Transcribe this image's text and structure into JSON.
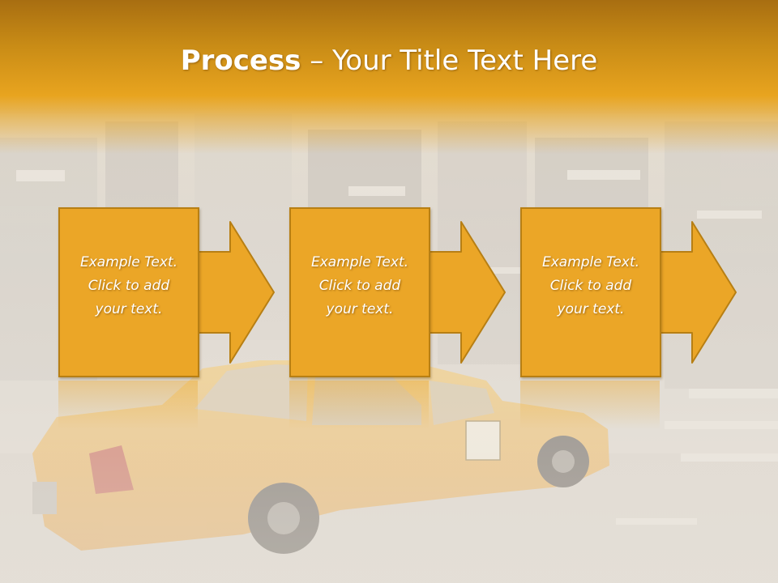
{
  "slide": {
    "title_strong": "Process",
    "title_light": " – Your Title Text Here"
  },
  "steps": [
    {
      "text": "Example Text.\nClick  to add\nyour text."
    },
    {
      "text": "Example Text.\nClick  to add\nyour text."
    },
    {
      "text": "Example Text.\nClick  to add\nyour text."
    }
  ],
  "colors": {
    "accent": "#eba627",
    "accent_border": "#b77f14",
    "title_band": "#e8a41f",
    "taxi_yellow": "#f2b23a"
  },
  "background_image": "blurred-city-taxi-photo"
}
